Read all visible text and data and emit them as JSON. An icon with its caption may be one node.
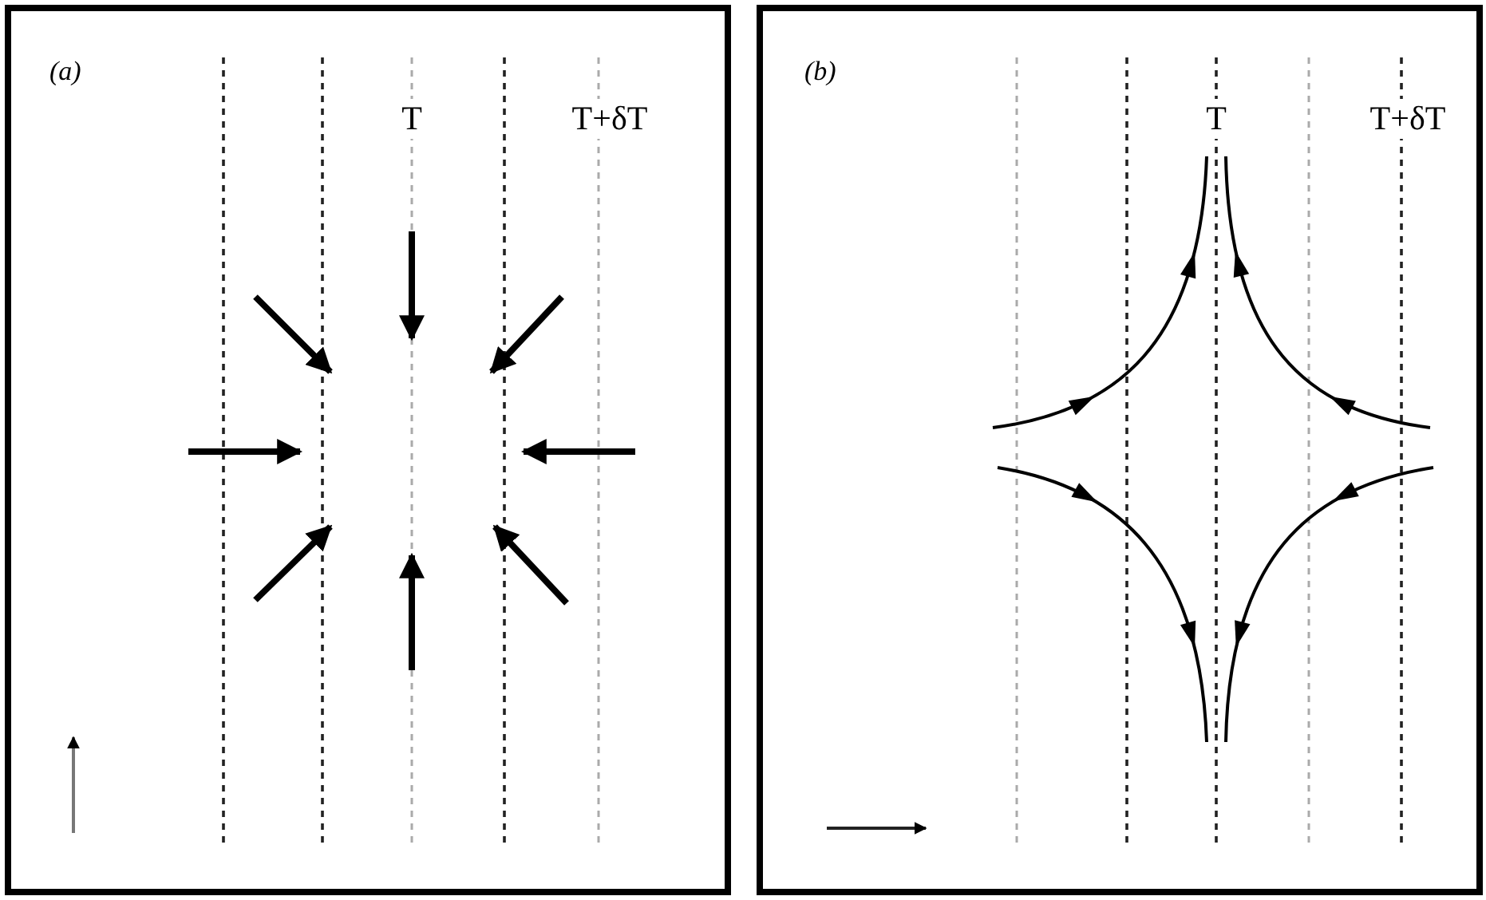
{
  "diagram": {
    "nodes": [
      {
        "text": [
          "(a)"
        ]
      },
      {
        "text": [
          "(b)"
        ]
      }
    ],
    "labels": [
      "T",
      "T+δT",
      "T",
      "T+δT"
    ]
  }
}
